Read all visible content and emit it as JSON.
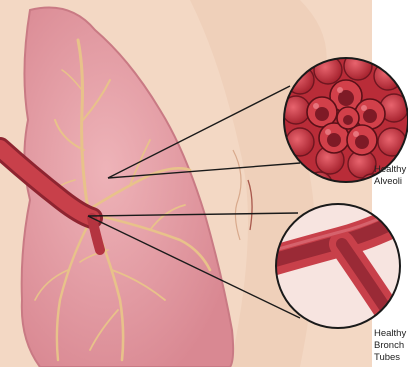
{
  "labels": {
    "alveoli": [
      "Healthy",
      "Alveoli"
    ],
    "bronchial": [
      "Healthy",
      "Bronch",
      "Tubes"
    ]
  },
  "colors": {
    "background": "#ffffff",
    "skin": "#f3d8c4",
    "skin_shadow": "#e7c2a8",
    "lung": "#e6a0a6",
    "lung_edge": "#c97a84",
    "airway": "#c8404a",
    "airway_dark": "#8e2430",
    "branch": "#e8c28a",
    "alveoli": "#c9303a"
  }
}
